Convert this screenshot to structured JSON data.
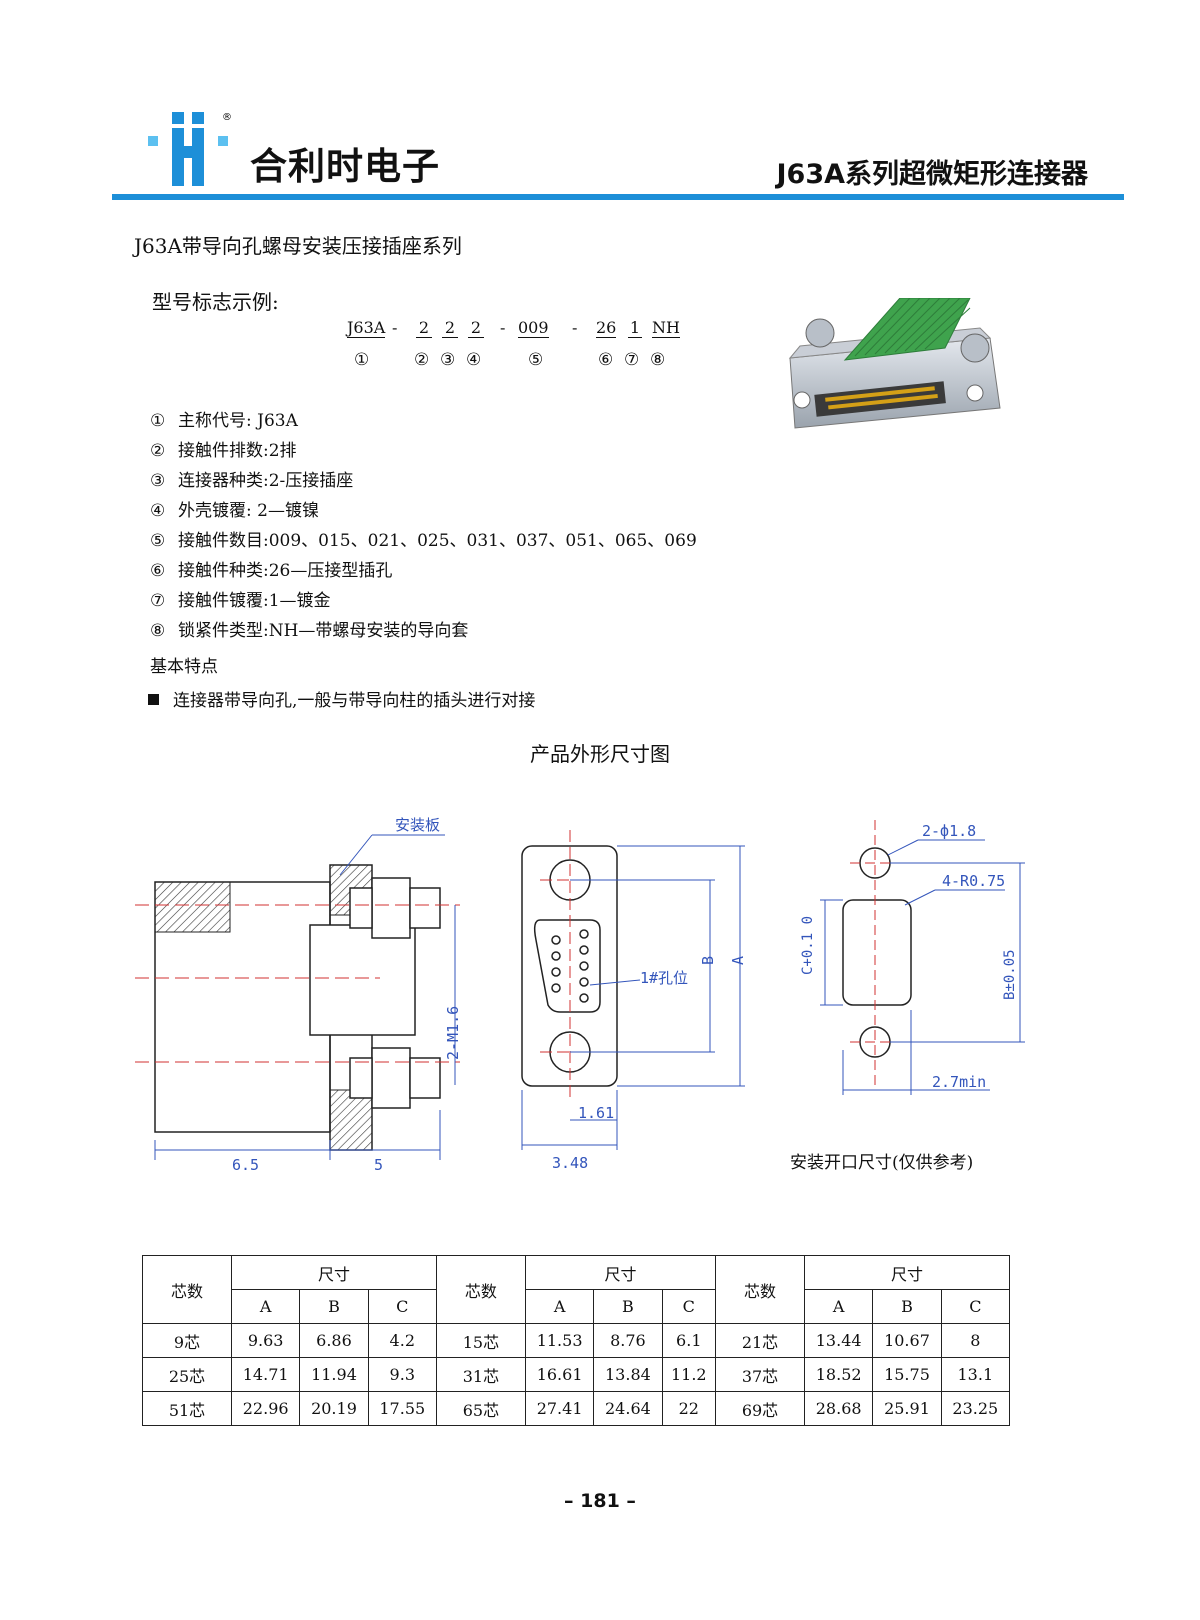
{
  "header": {
    "company": "合利时电子",
    "series": "J63A系列超微矩形连接器",
    "registered": "®"
  },
  "subtitle": "J63A带导向孔螺母安装压接插座系列",
  "model": {
    "label": "型号标志示例:",
    "parts": [
      "J63A",
      "-",
      "2",
      "2",
      "2",
      "-",
      "009",
      "-",
      "26",
      "1",
      "NH"
    ],
    "markers": [
      "①",
      "②",
      "③",
      "④",
      "⑤",
      "⑥",
      "⑦",
      "⑧"
    ]
  },
  "specs": [
    {
      "n": "①",
      "text": "主称代号:  J63A"
    },
    {
      "n": "②",
      "text": "接触件排数:2排"
    },
    {
      "n": "③",
      "text": "连接器种类:2-压接插座"
    },
    {
      "n": "④",
      "text": "外壳镀覆:  2—镀镍"
    },
    {
      "n": "⑤",
      "text": "接触件数目:009、015、021、025、031、037、051、065、069"
    },
    {
      "n": "⑥",
      "text": "接触件种类:26—压接型插孔"
    },
    {
      "n": "⑦",
      "text": "接触件镀覆:1—镀金"
    },
    {
      "n": "⑧",
      "text": "锁紧件类型:NH—带螺母安装的导向套"
    }
  ],
  "features": {
    "title": "基本特点",
    "items": [
      "连接器带导向孔,一般与带导向柱的插头进行对接"
    ]
  },
  "dim_title": "产品外形尺寸图",
  "drawing": {
    "mount_plate": "安装板",
    "thread": "2-M1.6",
    "len_a": "6.5",
    "len_b": "5",
    "hole_label": "1#孔位",
    "dim_b": "B",
    "dim_a": "A",
    "pitch": "1.61",
    "width": "3.48",
    "phi": "2-ф1.8",
    "radius": "4-R0.75",
    "c_tol": "C+0.1 0",
    "b_tol": "B±0.05",
    "min_w": "2.7min",
    "caption": "安装开口尺寸(仅供参考)"
  },
  "table": {
    "col_count": "芯数",
    "col_size": "尺寸",
    "sub": [
      "A",
      "B",
      "C"
    ],
    "rows": [
      [
        [
          "9芯",
          "9.63",
          "6.86",
          "4.2"
        ],
        [
          "15芯",
          "11.53",
          "8.76",
          "6.1"
        ],
        [
          "21芯",
          "13.44",
          "10.67",
          "8"
        ]
      ],
      [
        [
          "25芯",
          "14.71",
          "11.94",
          "9.3"
        ],
        [
          "31芯",
          "16.61",
          "13.84",
          "11.2"
        ],
        [
          "37芯",
          "18.52",
          "15.75",
          "13.1"
        ]
      ],
      [
        [
          "51芯",
          "22.96",
          "20.19",
          "17.55"
        ],
        [
          "65芯",
          "27.41",
          "24.64",
          "22"
        ],
        [
          "69芯",
          "28.68",
          "25.91",
          "23.25"
        ]
      ]
    ]
  },
  "page_number": "– 181 –",
  "colors": {
    "accent": "#1d8fd8",
    "dim_blue": "#3355bb",
    "center_red": "#d03030"
  }
}
